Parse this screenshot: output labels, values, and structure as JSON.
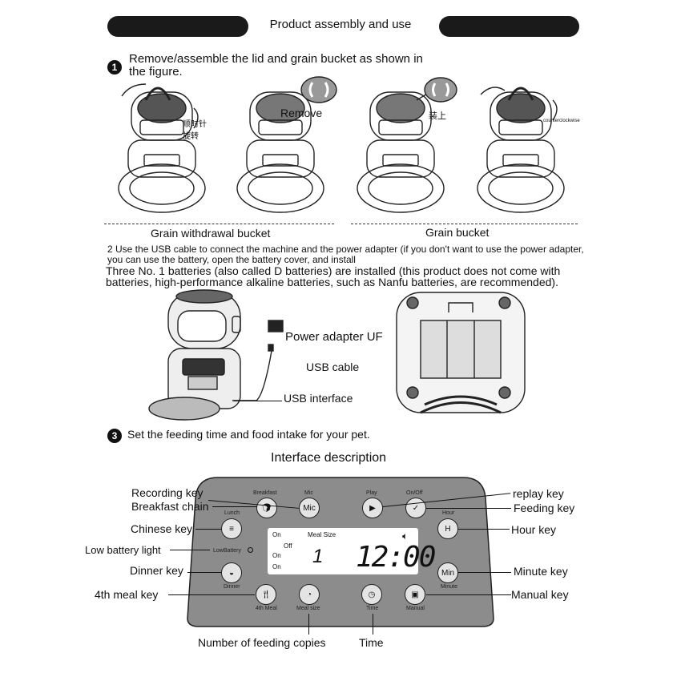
{
  "header": {
    "title": "Product assembly and use"
  },
  "step1": {
    "number": "1",
    "text_line1": "Remove/assemble the lid and grain bucket as shown in",
    "text_line2": "the figure.",
    "fig1_label": "顺时针\n旋转",
    "fig2_label": "Remove",
    "fig3_label": "装上",
    "fig4_label": "counterclockwise",
    "left_caption": "Grain withdrawal bucket",
    "right_caption": "Grain bucket"
  },
  "step2": {
    "line1": "2 Use the USB cable to connect the machine and the power adapter (if you don't want to use the power adapter,",
    "line2": "you can use the battery, open the battery cover, and install",
    "line3": "Three No. 1 batteries (also called D batteries) are installed (this product does not come with",
    "line4": "batteries, high-performance alkaline batteries, such as Nanfu batteries, are recommended).",
    "power_adapter_label": "Power adapter UF",
    "usb_cable_label": "USB cable",
    "usb_interface_label": "USB interface"
  },
  "step3": {
    "number": "3",
    "text": "Set the feeding time and food intake for your pet.",
    "interface_title": "Interface description"
  },
  "panel": {
    "keys": {
      "breakfast": "Breakfast",
      "mic": "Mic",
      "mic_key": "Mic",
      "play": "Play",
      "onoff": "On/Off",
      "lunch": "Lunch",
      "hour": "Hour",
      "hour_key": "H",
      "low_battery": "LowBattery",
      "dinner": "Dinner",
      "min_key": "Min",
      "minute": "Minute",
      "fourth_meal": "4th  Meal",
      "meal_size": "Meal size",
      "time": "Time",
      "manual": "Manual"
    },
    "lcd": {
      "on1": "On",
      "meal_size": "Meal Size",
      "off": "Off",
      "on2": "On",
      "on3": "On",
      "portion": "1",
      "clock": "12:00"
    }
  },
  "callouts": {
    "recording_key": "Recording key",
    "breakfast_chain": "Breakfast chain",
    "chinese_key": "Chinese key",
    "low_battery_light": "Low battery light",
    "dinner_key": "Dinner key",
    "fourth_meal_key": "4th meal key",
    "replay_key": "replay key",
    "feeding_key": "Feeding key",
    "hour_key": "Hour key",
    "minute_key": "Minute key",
    "manual_key": "Manual key",
    "feeding_copies": "Number of feeding copies",
    "time": "Time"
  },
  "colors": {
    "banner": "#1a1a1a",
    "panel": "#8c8c8c",
    "lcd": "#ffffff"
  }
}
